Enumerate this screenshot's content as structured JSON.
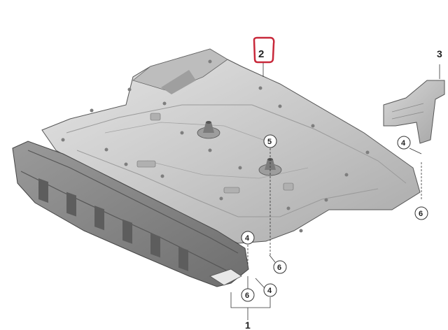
{
  "parts": [
    {
      "id": "1",
      "label": "1"
    },
    {
      "id": "2",
      "label": "2",
      "highlight_color": "#c8283a"
    },
    {
      "id": "3",
      "label": "3"
    }
  ],
  "callouts": [
    {
      "label": "5"
    },
    {
      "label": "4"
    },
    {
      "label": "6"
    },
    {
      "label": "4"
    },
    {
      "label": "6"
    },
    {
      "label": "6"
    },
    {
      "label": "4"
    }
  ],
  "colors": {
    "plate_light": "#d9d9d9",
    "plate_mid": "#b8b8b8",
    "plate_dark": "#8c8c8c",
    "line": "#333333",
    "highlight": "#c8283a"
  }
}
